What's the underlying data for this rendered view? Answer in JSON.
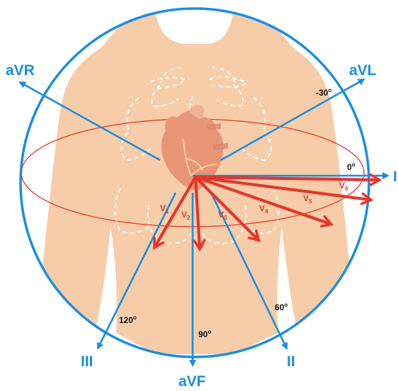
{
  "colors": {
    "limb": "#1a8ee0",
    "chest": "#e5362b",
    "skin": "#f6cda8",
    "heart": "#ec9a7a",
    "background": "#ffffff"
  },
  "limb_leads": [
    {
      "id": "aVR",
      "label": "aVR"
    },
    {
      "id": "aVL",
      "label": "aVL"
    },
    {
      "id": "I",
      "label": "I"
    },
    {
      "id": "II",
      "label": "II"
    },
    {
      "id": "III",
      "label": "III"
    },
    {
      "id": "aVF",
      "label": "aVF"
    }
  ],
  "chest_leads": [
    {
      "id": "V1",
      "main": "V",
      "sub": "1"
    },
    {
      "id": "V2",
      "main": "V",
      "sub": "2"
    },
    {
      "id": "V3",
      "main": "V",
      "sub": "3"
    },
    {
      "id": "V4",
      "main": "V",
      "sub": "4"
    },
    {
      "id": "V5",
      "main": "V",
      "sub": "5"
    },
    {
      "id": "V6",
      "main": "V",
      "sub": "6"
    }
  ],
  "angles": [
    {
      "id": "neg30",
      "value": "-30",
      "unit": "o"
    },
    {
      "id": "0",
      "value": "0",
      "unit": "o"
    },
    {
      "id": "60",
      "value": "60",
      "unit": "o"
    },
    {
      "id": "90",
      "value": "90",
      "unit": "o"
    },
    {
      "id": "120",
      "value": "120",
      "unit": "o"
    }
  ]
}
